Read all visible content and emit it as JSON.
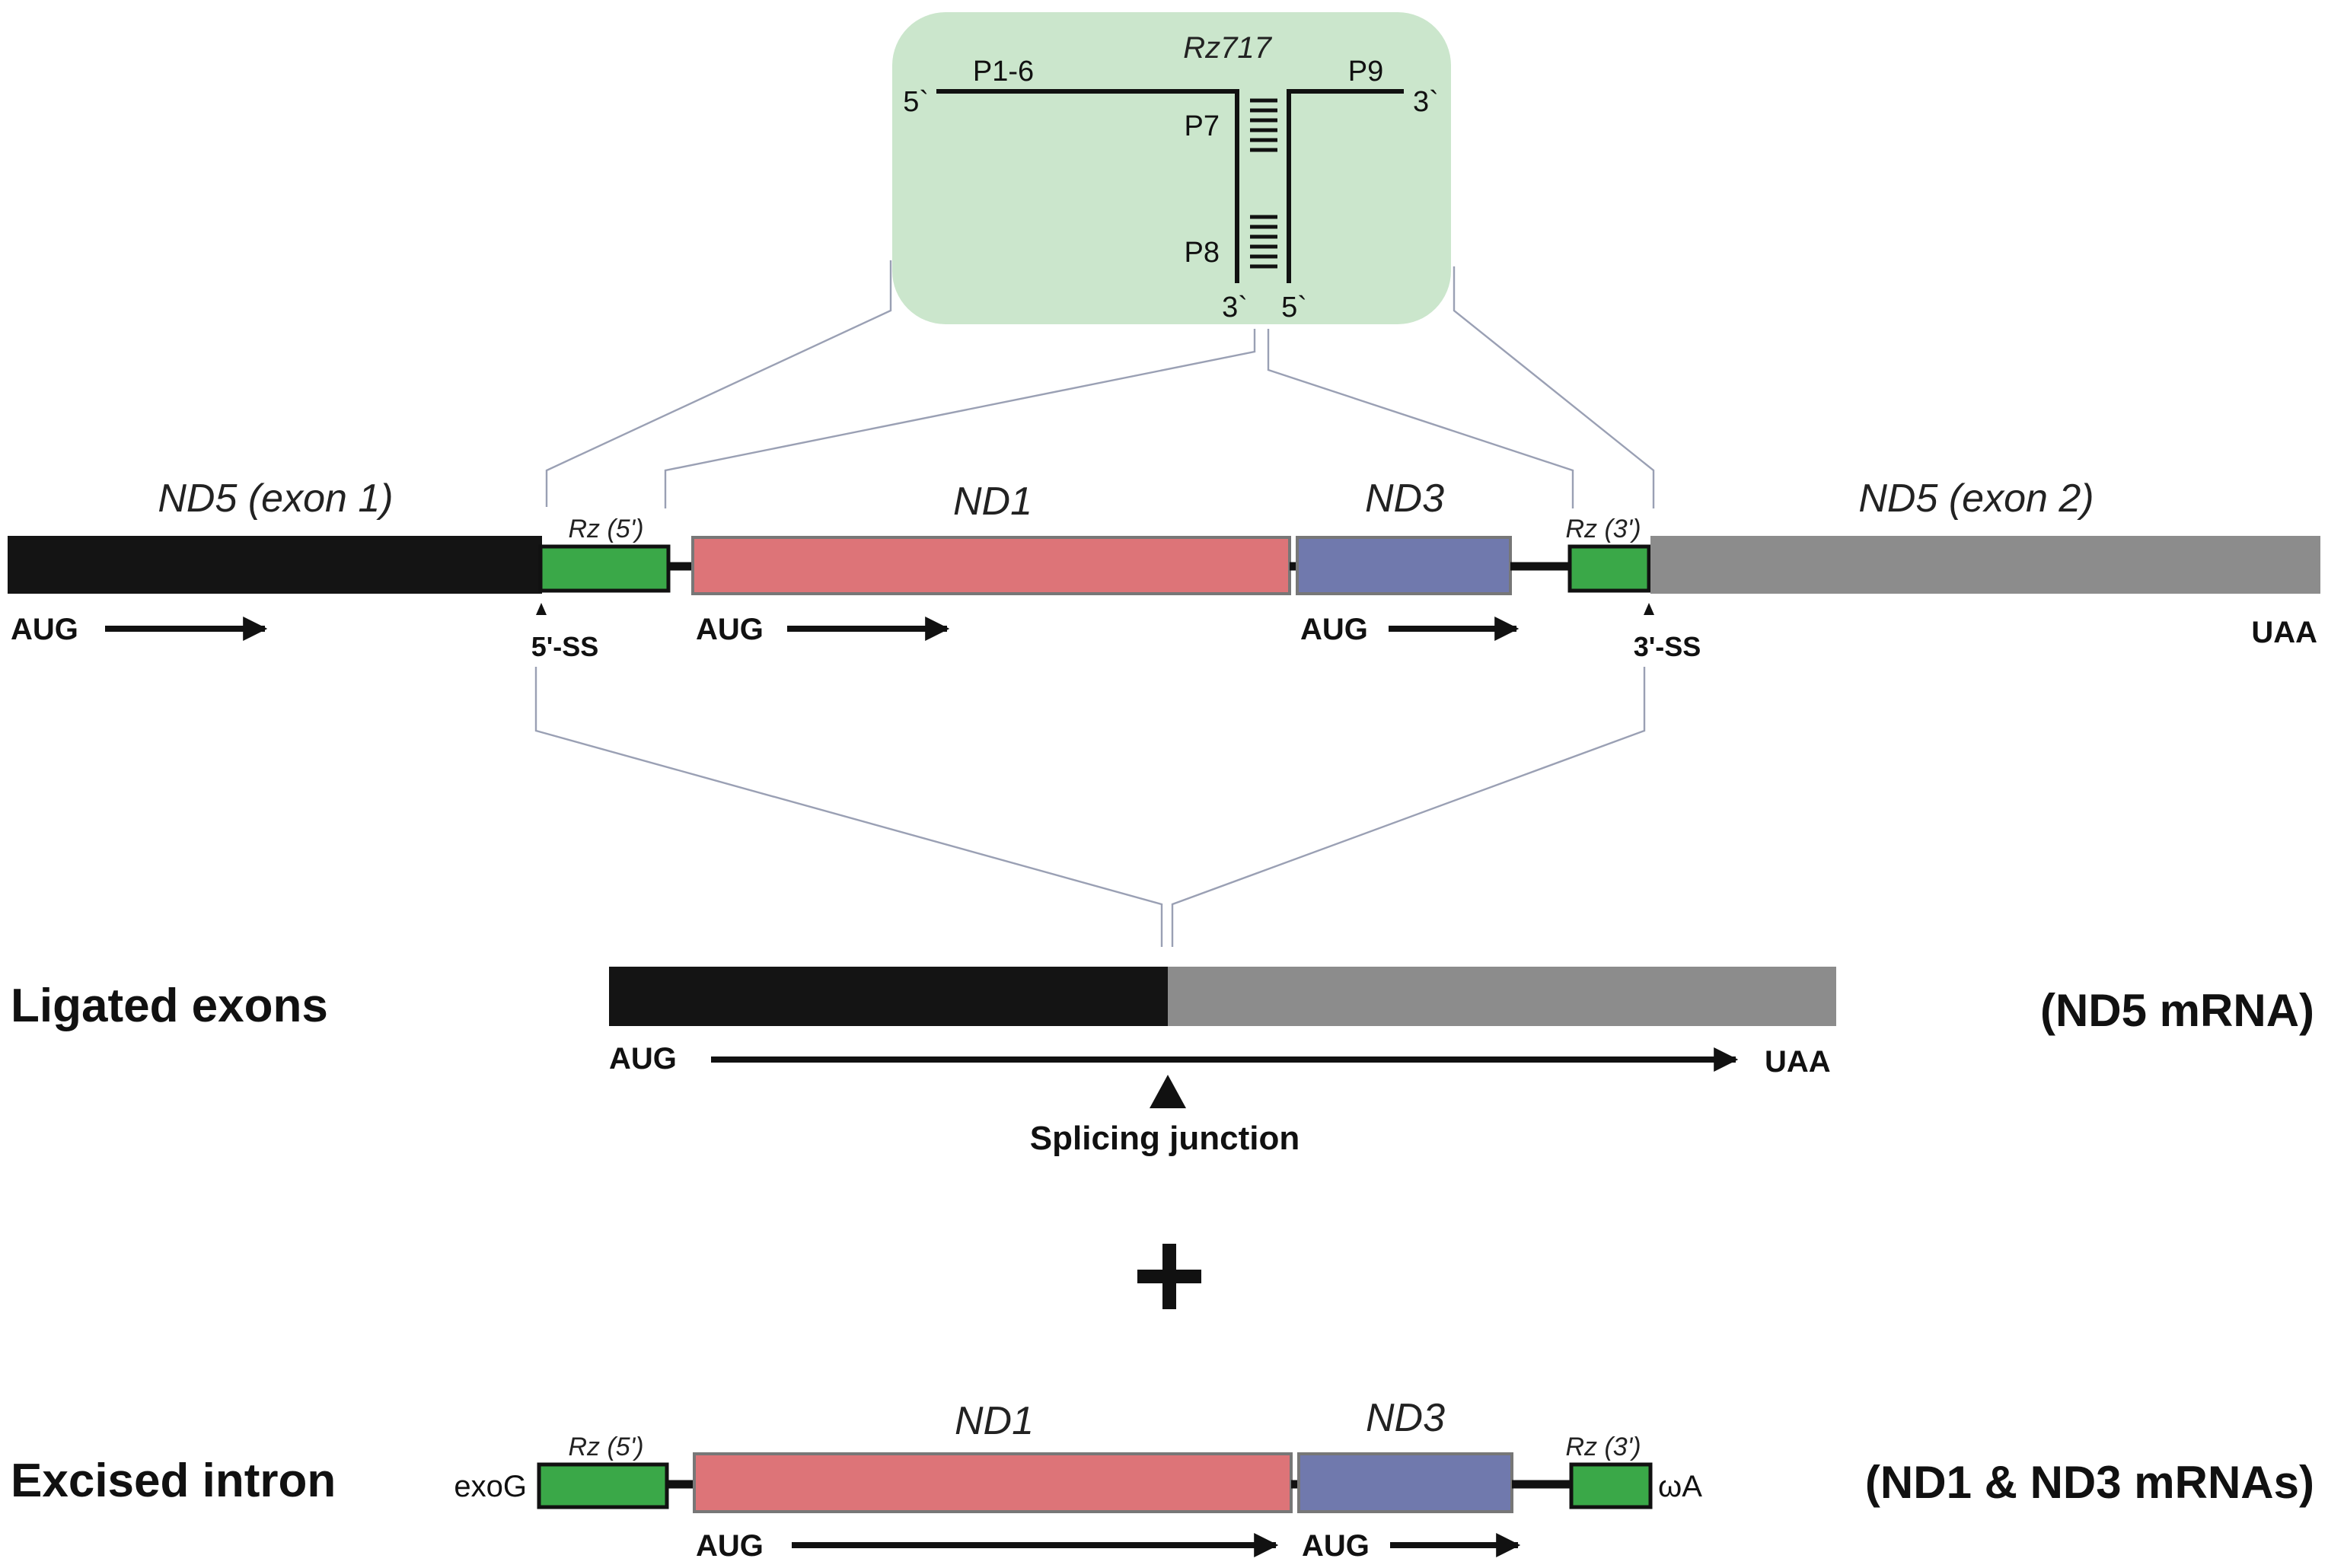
{
  "colors": {
    "exon1": "#141414",
    "exon2": "#8c8c8c",
    "ribozyme": "#3aa848",
    "nd1": "#dd7478",
    "nd3": "#7079ad",
    "inset_bg": "#cbe6cc"
  },
  "inset": {
    "title": "Rz717",
    "p16": "P1-6",
    "p7": "P7",
    "p8": "P8",
    "p9": "P9",
    "end_5_left": "5`",
    "end_3_right": "3`",
    "end_3_bottom": "3`",
    "end_5_bottom": "5`"
  },
  "precursor": {
    "exon1_label": "ND5 (exon 1)",
    "rz5_label": "Rz (5')",
    "nd1_label": "ND1",
    "nd3_label": "ND3",
    "rz3_label": "Rz (3')",
    "exon2_label": "ND5 (exon 2)",
    "aug1": "AUG",
    "aug_nd1": "AUG",
    "aug_nd3": "AUG",
    "ss5": "5'-SS",
    "ss3": "3'-SS",
    "uaa": "UAA"
  },
  "ligated": {
    "row_label": "Ligated exons",
    "product_label": "(ND5 mRNA)",
    "aug": "AUG",
    "uaa": "UAA",
    "junction": "Splicing junction"
  },
  "plus": "+",
  "excised": {
    "row_label": "Excised intron",
    "product_label": "(ND1 & ND3 mRNAs)",
    "exog": "exoG",
    "omega_a": "ωA",
    "rz5_label": "Rz (5')",
    "nd1_label": "ND1",
    "nd3_label": "ND3",
    "rz3_label": "Rz (3')",
    "aug_nd1": "AUG",
    "aug_nd3": "AUG"
  }
}
